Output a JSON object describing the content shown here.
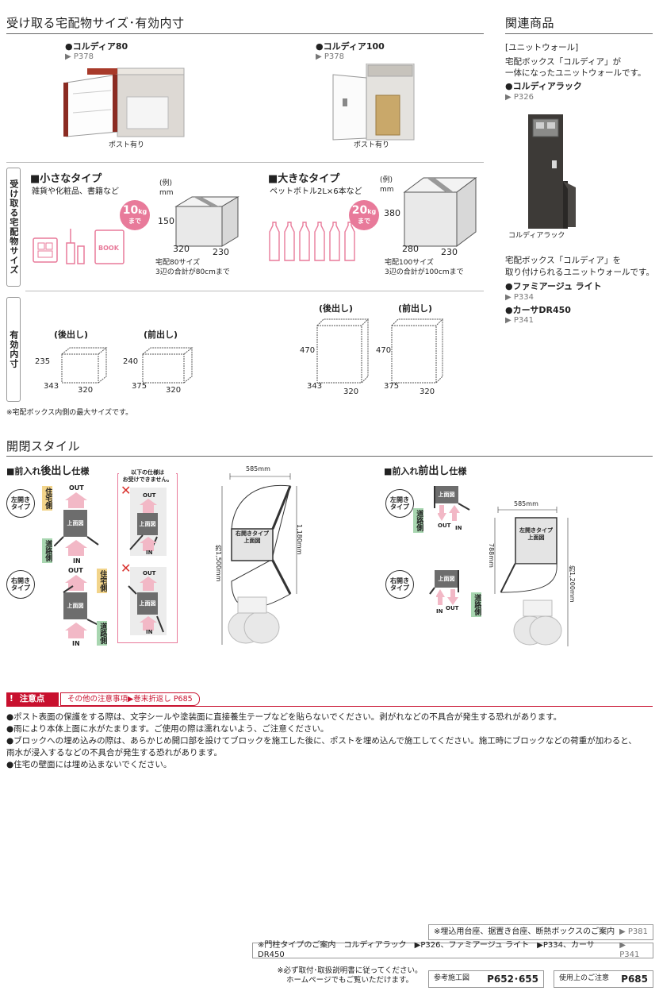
{
  "section1": {
    "title": "受け取る宅配物サイズ･有効内寸"
  },
  "related": {
    "title": "関連商品",
    "group": "[ユニットウォール]",
    "desc1": "宅配ボックス「コルディア」が",
    "desc2": "一体になったユニットウォールです。",
    "p1": "●コルディアラック",
    "p1ref": "▶ P326",
    "img_caption": "コルディアラック",
    "desc3": "宅配ボックス「コルディア」を",
    "desc4": "取り付けられるユニットウォールです。",
    "p2": "●ファミアージュ ライト",
    "p2ref": "▶ P334",
    "p3": "●カーサDR450",
    "p3ref": "▶ P341"
  },
  "products": {
    "p80": {
      "name": "●コルディア80",
      "ref": "▶ P378",
      "caption": "ポスト有り"
    },
    "p100": {
      "name": "●コルディア100",
      "ref": "▶ P378",
      "caption": "ポスト有り"
    }
  },
  "size_label": "受け取る宅配物サイズ",
  "inner_label": "有効内寸",
  "small": {
    "title": "■小さなタイプ",
    "sub": "雑貨や化粧品、書籍など",
    "rei": "(例)",
    "unit": "mm",
    "badge_num": "10",
    "badge_unit": "kg",
    "badge_sub": "まで",
    "h": "150",
    "d": "320",
    "w": "230",
    "note1": "宅配80サイズ",
    "note2": "3辺の合計が80cmまで",
    "book": "BOOK"
  },
  "large": {
    "title": "■大きなタイプ",
    "sub": "ペットボトル2L×6本など",
    "rei": "(例)",
    "unit": "mm",
    "badge_num": "20",
    "badge_unit": "kg",
    "badge_sub": "まで",
    "h": "380",
    "d": "280",
    "w": "230",
    "note1": "宅配100サイズ",
    "note2": "3辺の合計が100cmまで"
  },
  "inner80": {
    "back_label": "(後出し)",
    "front_label": "(前出し)",
    "back_h": "235",
    "back_d": "343",
    "back_w": "320",
    "front_h": "240",
    "front_d": "375",
    "front_w": "320"
  },
  "inner100": {
    "back_label": "(後出し)",
    "front_label": "(前出し)",
    "back_h": "470",
    "back_d": "343",
    "back_w": "320",
    "front_h": "470",
    "front_d": "375",
    "front_w": "320"
  },
  "max_note": "※宅配ボックス内側の最大サイズです。",
  "section2": {
    "title": "開閉スタイル"
  },
  "back_style": {
    "title_a": "■前入れ",
    "title_b": "後出し",
    "title_c": "仕様",
    "left_open": "左開き\nタイプ",
    "right_open": "右開き\nタイプ",
    "house": "住宅側",
    "road": "道路側",
    "top_view": "上面図",
    "out": "OUT",
    "in": "IN",
    "ng_title1": "以下の仕様は",
    "ng_title2": "お受けできません。",
    "width": "585mm",
    "height_inner": "1,180mm",
    "height_outer": "約1,500mm",
    "plan_label1": "右開きタイプ",
    "plan_label2": "上面図"
  },
  "front_style": {
    "title_a": "■前入れ",
    "title_b": "前出し",
    "title_c": "仕様",
    "left_open": "左開き\nタイプ",
    "right_open": "右開き\nタイプ",
    "road": "道路側",
    "top_view": "上面図",
    "out": "OUT",
    "in": "IN",
    "width": "585mm",
    "height_inner": "788mm",
    "height_outer": "約1,200mm",
    "plan_label1": "左開きタイプ",
    "plan_label2": "上面図"
  },
  "caution": {
    "label": "注意点",
    "link": "その他の注意事項▶巻末折返し P685",
    "items": [
      "●ポスト表面の保護をする際は、文字シールや塗装面に直接養生テープなどを貼らないでください。剥がれなどの不具合が発生する恐れがあります。",
      "●雨により本体上面に水がたまります。ご使用の際は濡れないよう、ご注意ください。",
      "●ブロックへの埋め込みの際は、あらかじめ開口部を設けてブロックを施工した後に、ポストを埋め込んで施工してください。施工時にブロックなどの荷重が加わると、",
      "雨水が浸入するなどの不具合が発生する恐れがあります。",
      "●住宅の壁面には埋め込まないでください。"
    ]
  },
  "footer": {
    "row1": "※埋込用台座、据置き台座、断熱ボックスのご案内",
    "row1ref": "▶ P381",
    "row2": "※門柱タイプのご案内　コルディアラック　▶P326、ファミアージュ ライト　▶P334、カーサDR450",
    "row2ref": "▶ P341",
    "doc1": "※必ず取付･取扱説明書に従ってください。",
    "doc2": "ホームページでもご覧いただけます。",
    "ref_label": "参考施工図",
    "ref_val": "P652･655",
    "use_label": "使用上のご注意",
    "use_val": "P685"
  }
}
